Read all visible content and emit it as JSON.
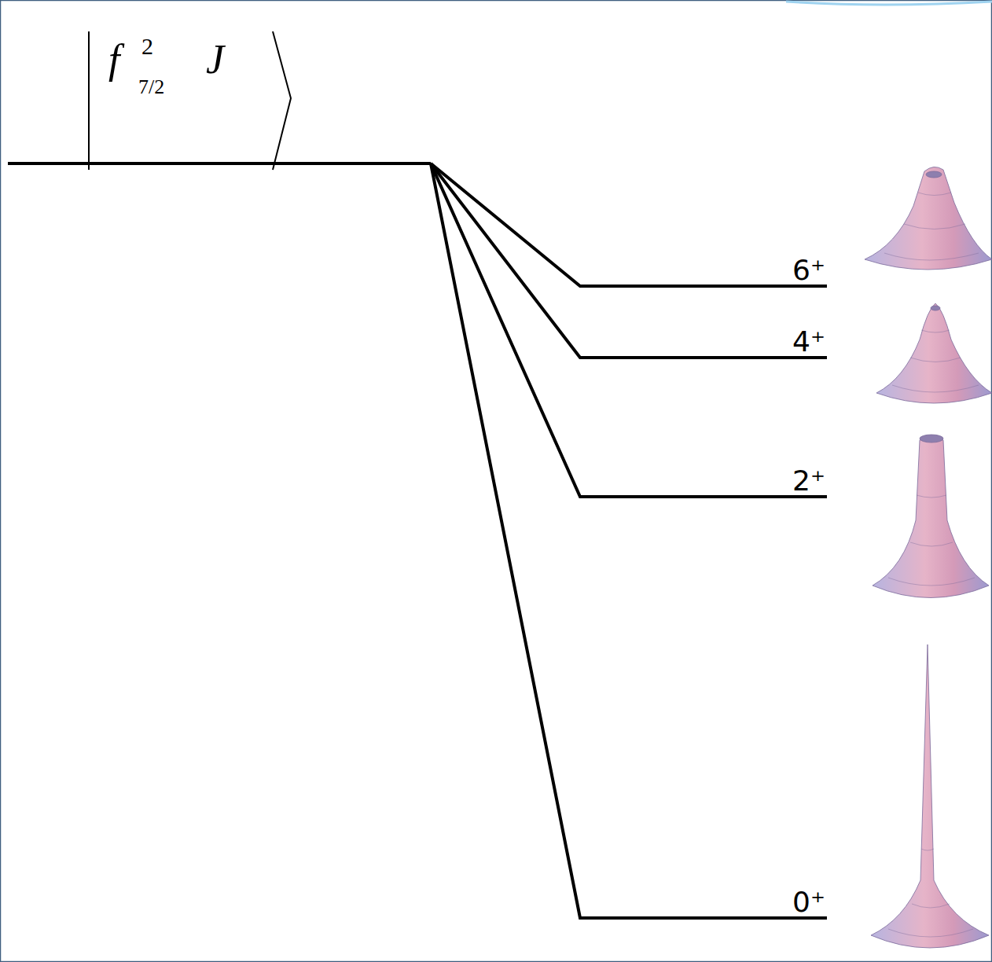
{
  "diagram": {
    "labels": [
      "f",
      "2",
      "7/2",
      "J",
      "6⁺",
      "4⁺",
      "2⁺",
      "0⁺"
    ]
  }
}
